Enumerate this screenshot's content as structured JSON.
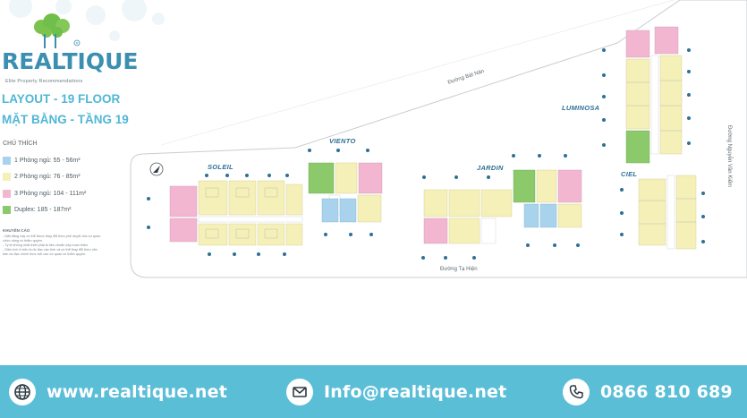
{
  "brand": {
    "name": "REALTIQUE",
    "tagline": "Elite Property Recommendations",
    "color": "#3b8fb0",
    "tree_color": "#6fbf4a"
  },
  "headings": {
    "layout_prefix": "LAYOUT",
    "layout_suffix": "- 19 FLOOR",
    "plan_prefix": "MẶT BẰNG",
    "plan_suffix": "- TẦNG 19"
  },
  "legend": {
    "title": "CHÚ THÍCH",
    "items": [
      {
        "label": "1 Phòng ngủ: 55 - 56m²",
        "color": "#a9d3ec"
      },
      {
        "label": "2 Phòng ngủ: 76 - 85m²",
        "color": "#f4f0b8"
      },
      {
        "label": "3 Phòng ngủ: 104 - 111m²",
        "color": "#f2b6d0"
      },
      {
        "label": "Duplex: 185 - 187m²",
        "color": "#8cc96a"
      }
    ]
  },
  "disclaimer": {
    "title": "KHUYẾN CÁO",
    "lines": [
      "- Mặt bằng này có thể được thay đổi theo phê duyệt của cơ quan chức năng có thẩm quyền.",
      "- Tỷ lệ không nhất thiết phải là tiêu chuẩn xây hoàn thiện.",
      "- Diện tích ở trên là đo đạc các tính và có thể thay đổi theo văn bản do đạc chính thức bởi các cơ quan có thẩm quyền."
    ]
  },
  "streets": {
    "north": "Đường Bát Nàn",
    "south": "Đường Tạ Hiện",
    "east": "Đường Nguyễn Văn Kiểm"
  },
  "buildings": [
    "SOLEIL",
    "VIENTO",
    "JARDIN",
    "LUMINOSA",
    "CIEL"
  ],
  "footer": {
    "website": "www.realtique.net",
    "email": "Info@realtique.net",
    "phone": "0866 810 689",
    "bg_color": "#5bbed7"
  },
  "colors": {
    "one_bed": "#a9d3ec",
    "two_bed": "#f4f0b8",
    "three_bed": "#f2b6d0",
    "duplex": "#8cc96a",
    "core": "#ffffff",
    "outline": "#c9cdd1",
    "heading": "#4fb7d6"
  }
}
